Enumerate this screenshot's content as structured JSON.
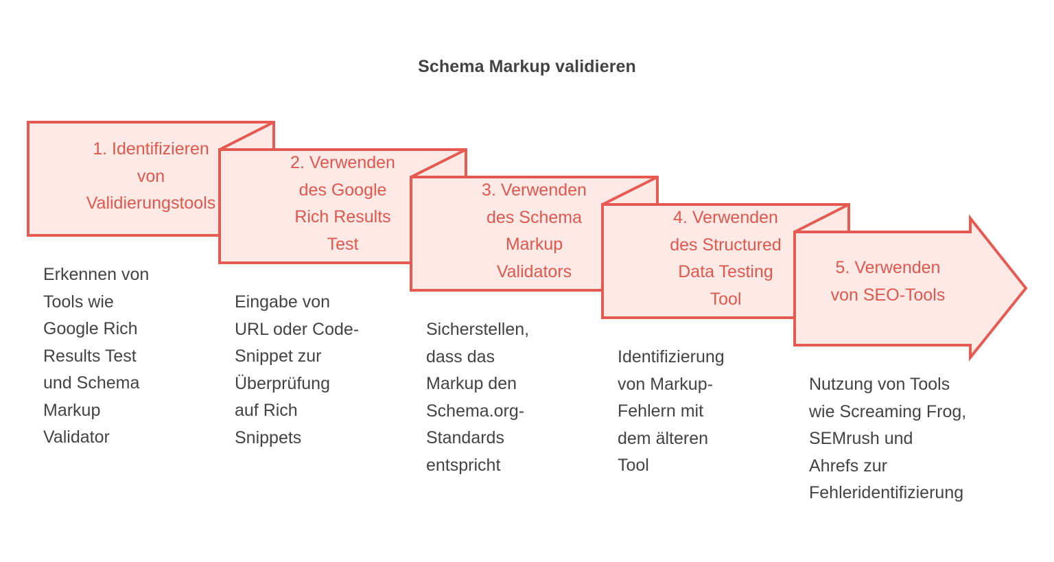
{
  "title": "Schema Markup validieren",
  "theme": {
    "background": "#ffffff",
    "shape_fill": "#FDEAE7",
    "shape_stroke": "#E75A52",
    "step_label_color": "#E2574C",
    "description_color": "#434343",
    "title_color": "#434343"
  },
  "diagram": {
    "type": "process-flow-chevron",
    "direction": "left-to-right",
    "step_count": 5,
    "steps": [
      {
        "index": 1,
        "label": "1. Identifizieren\nvon\nValidierungstools",
        "description": "Erkennen von\nTools wie\nGoogle Rich\nResults Test\nund Schema\nMarkup\nValidator"
      },
      {
        "index": 2,
        "label": "2. Verwenden\ndes Google\nRich Results\nTest",
        "description": "Eingabe von\nURL oder Code-\nSnippet zur\nÜberprüfung\nauf Rich\nSnippets"
      },
      {
        "index": 3,
        "label": "3. Verwenden\ndes Schema\nMarkup\nValidators",
        "description": "Sicherstellen,\ndass das\nMarkup den\nSchema.org-\nStandards\nentspricht"
      },
      {
        "index": 4,
        "label": "4. Verwenden\ndes Structured\nData Testing\nTool",
        "description": "Identifizierung\nvon Markup-\nFehlern mit\ndem älteren\nTool"
      },
      {
        "index": 5,
        "label": "5. Verwenden\nvon SEO-Tools",
        "description": "Nutzung von Tools\nwie Screaming Frog,\nSEMrush und\nAhrefs zur\nFehleridentifizierung"
      }
    ]
  }
}
